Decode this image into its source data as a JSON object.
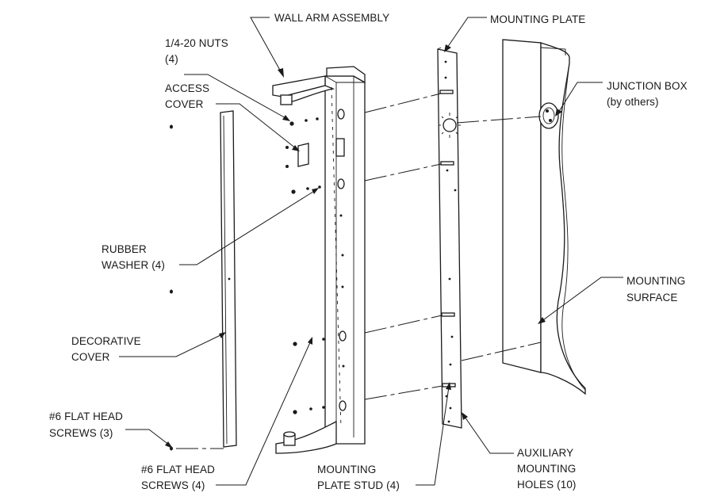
{
  "labels": {
    "wall_arm_assembly": "WALL ARM ASSEMBLY",
    "mounting_plate": "MOUNTING PLATE",
    "nuts_line1": "1/4-20 NUTS",
    "nuts_line2": "(4)",
    "access_line1": "ACCESS",
    "access_line2": "COVER",
    "junction_line1": "JUNCTION BOX",
    "junction_line2": "(by others)",
    "rubber_line1": "RUBBER",
    "rubber_line2": "WASHER (4)",
    "mounting_surface_line1": "MOUNTING",
    "mounting_surface_line2": "SURFACE",
    "decorative_line1": "DECORATIVE",
    "decorative_line2": "COVER",
    "flat3_line1": "#6 FLAT HEAD",
    "flat3_line2": "SCREWS (3)",
    "flat4_line1": "#6 FLAT HEAD",
    "flat4_line2": "SCREWS (4)",
    "stud_line1": "MOUNTING",
    "stud_line2": "PLATE STUD (4)",
    "aux_line1": "AUXILIARY",
    "aux_line2": "MOUNTING",
    "aux_line3": "HOLES (10)"
  }
}
